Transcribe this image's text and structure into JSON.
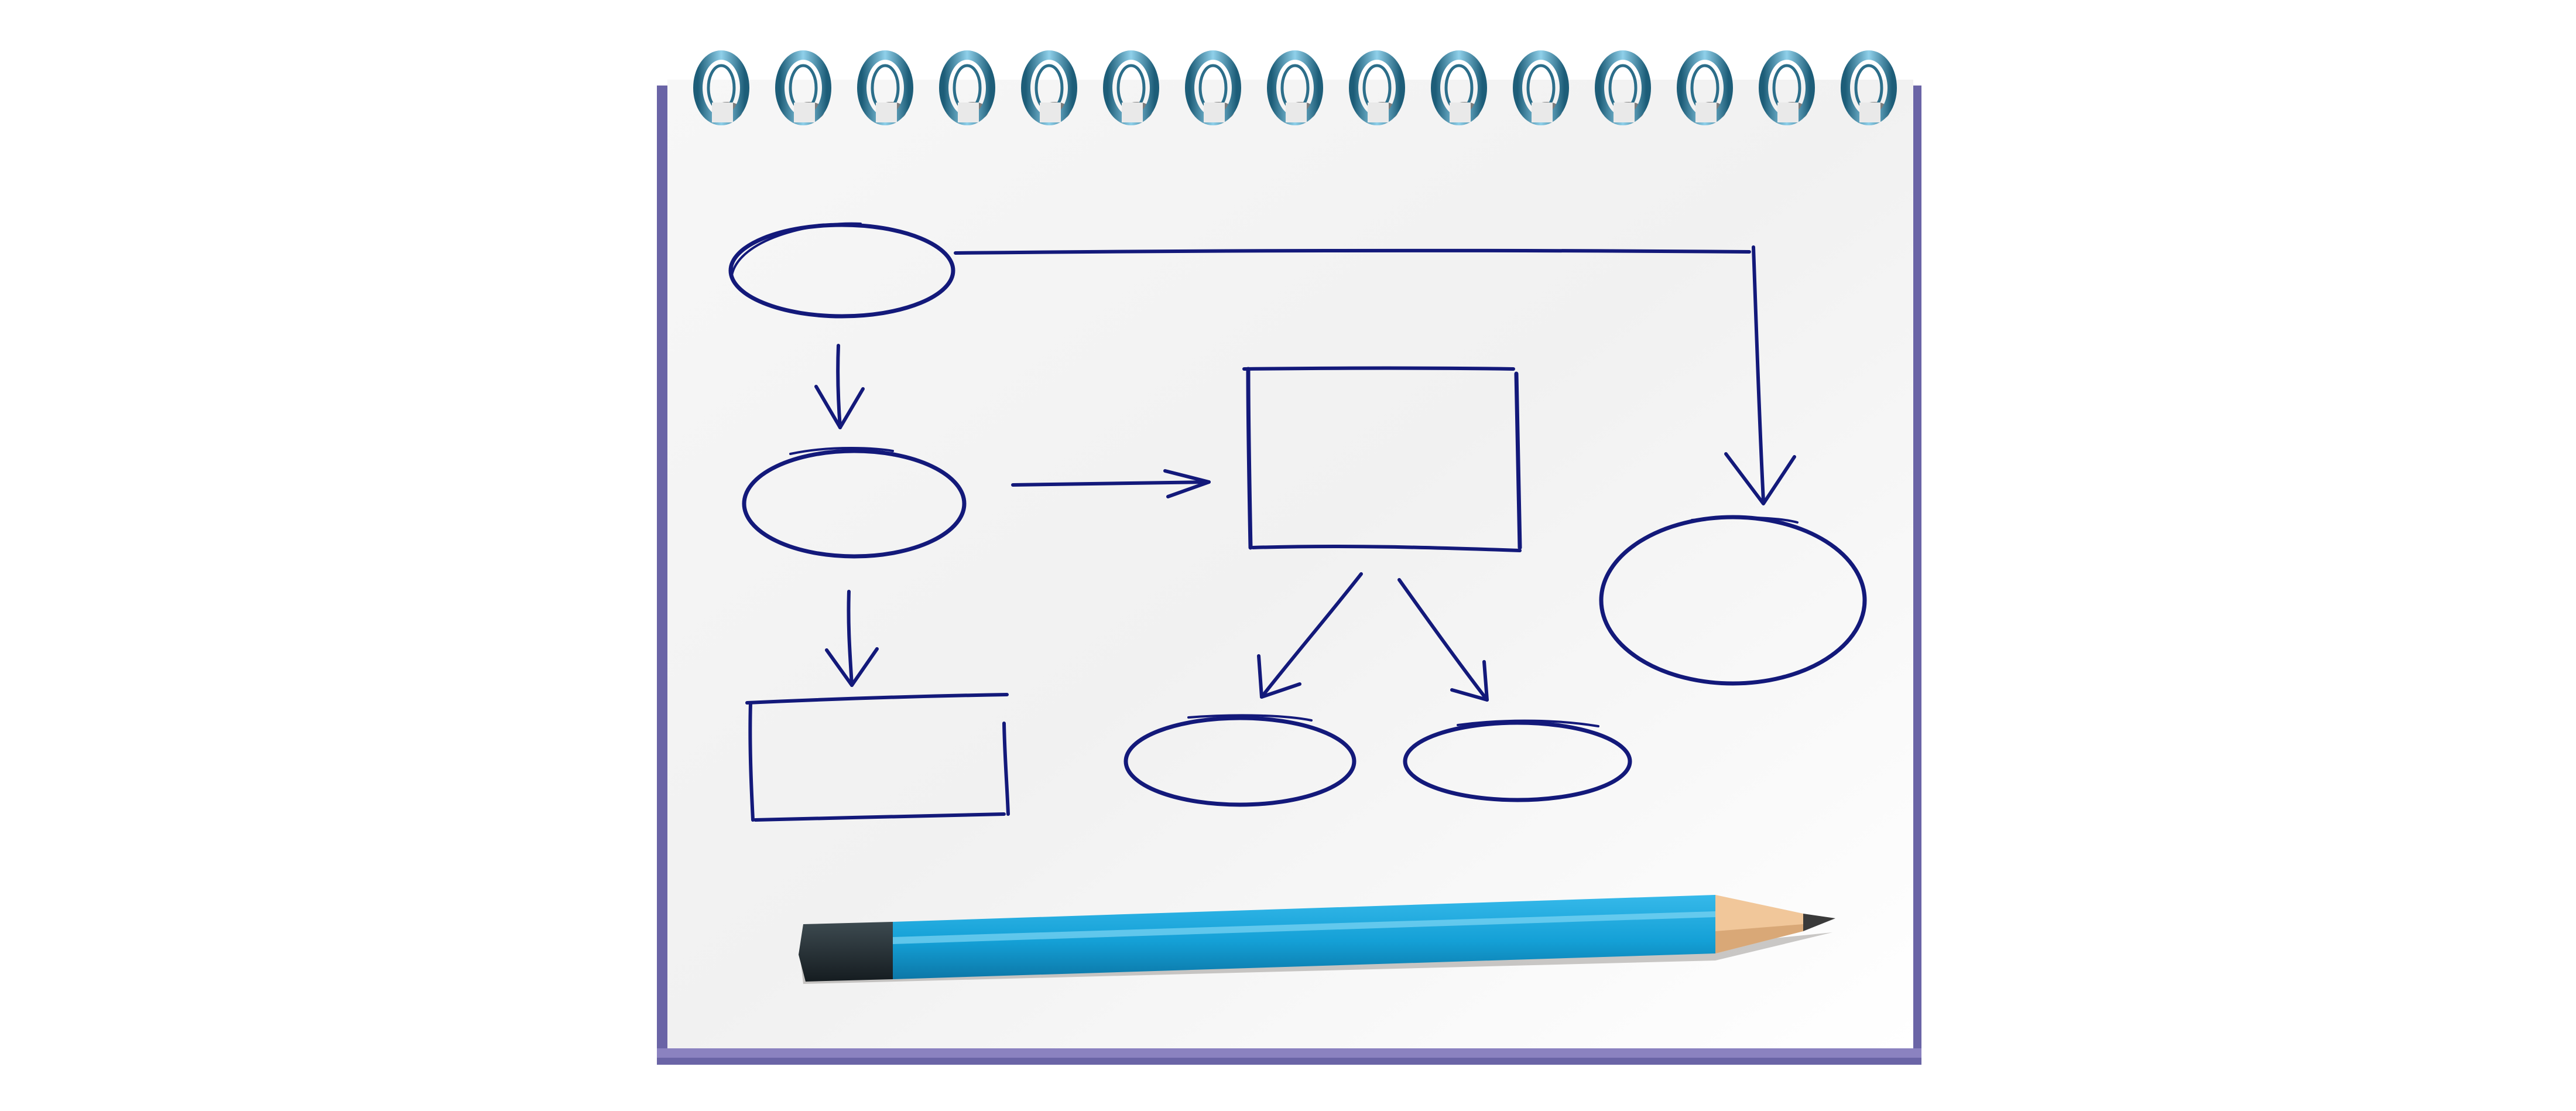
{
  "colors": {
    "background": "#ffffff",
    "paper": "#f4f4f4",
    "paper_edge": "#6a64a6",
    "ink": "#13197a",
    "ring": "#2c6e8a",
    "pencil_body": "#1aa7dd",
    "pencil_shadow": "#0c6f9a",
    "pencil_eraser_cap": "#263238",
    "pencil_wood": "#f1c79a",
    "pencil_lead": "#3a3a3a"
  },
  "icons": {
    "binding": "spiral-ring-icon",
    "pencil": "pencil-icon"
  },
  "diagram": {
    "nodes": [
      {
        "name": "ellipse-top-left",
        "shape": "ellipse"
      },
      {
        "name": "ellipse-middle-left",
        "shape": "ellipse"
      },
      {
        "name": "rectangle-bottom-left",
        "shape": "rectangle"
      },
      {
        "name": "rectangle-center",
        "shape": "rectangle"
      },
      {
        "name": "ellipse-bottom-center-left",
        "shape": "ellipse"
      },
      {
        "name": "ellipse-bottom-center-right",
        "shape": "ellipse"
      },
      {
        "name": "ellipse-right",
        "shape": "ellipse"
      }
    ],
    "edges": [
      {
        "from": "ellipse-top-left",
        "to": "ellipse-middle-left"
      },
      {
        "from": "ellipse-middle-left",
        "to": "rectangle-bottom-left"
      },
      {
        "from": "ellipse-middle-left",
        "to": "rectangle-center"
      },
      {
        "from": "rectangle-center",
        "to": "ellipse-bottom-center-left"
      },
      {
        "from": "rectangle-center",
        "to": "ellipse-bottom-center-right"
      },
      {
        "from": "ellipse-top-left",
        "to": "ellipse-right"
      }
    ]
  }
}
